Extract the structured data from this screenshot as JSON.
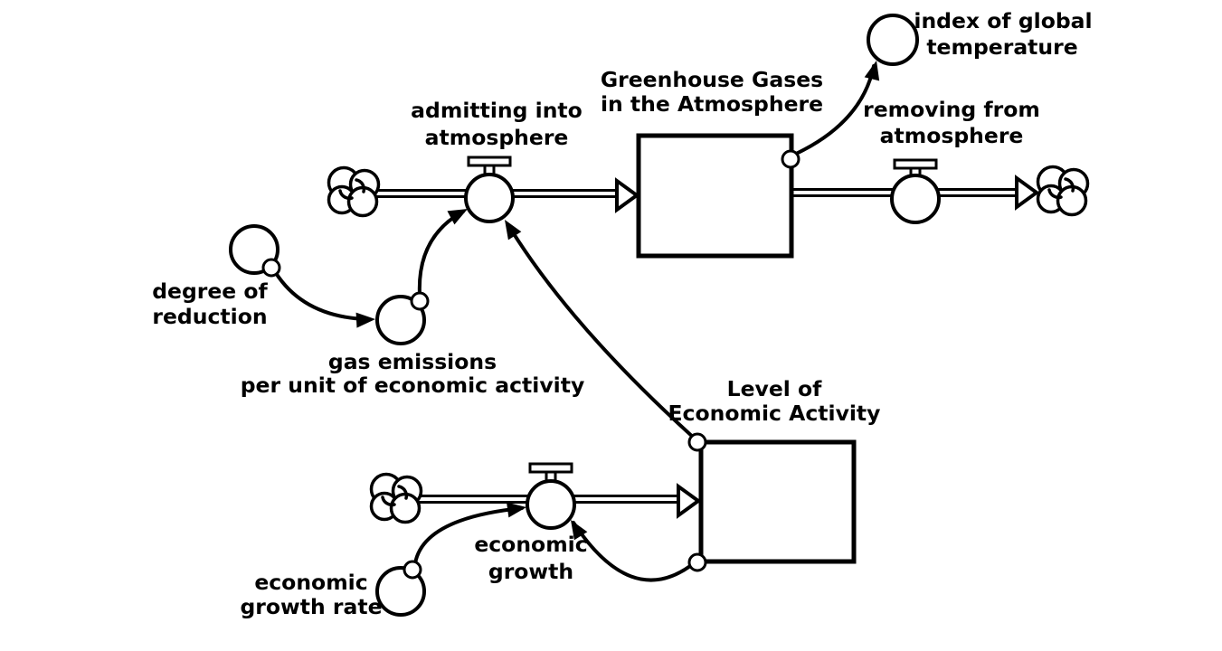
{
  "colors": {
    "stroke": "#000000",
    "background": "#ffffff",
    "shape_fill": "#ffffff"
  },
  "stocks": [
    {
      "name": "greenhouse-gases-in-the-atmosphere",
      "label": [
        "Greenhouse Gases",
        "in the Atmosphere"
      ]
    },
    {
      "name": "level-of-economic-activity",
      "label": [
        "Level of",
        "Economic Activity"
      ]
    }
  ],
  "flows": [
    {
      "name": "admitting-into-atmosphere",
      "label": [
        "admitting into",
        "atmosphere"
      ]
    },
    {
      "name": "removing-from-atmosphere",
      "label": [
        "removing from",
        "atmosphere"
      ]
    },
    {
      "name": "economic-growth",
      "label": [
        "economic",
        "growth"
      ]
    }
  ],
  "converters": [
    {
      "name": "index-of-global-temperature",
      "label": [
        "index of global",
        "temperature"
      ]
    },
    {
      "name": "degree-of-reduction",
      "label": [
        "degree of",
        "reduction"
      ]
    },
    {
      "name": "gas-emissions-per-unit-of-economic-activity",
      "label": [
        "gas emissions",
        "per unit of economic activity"
      ]
    },
    {
      "name": "economic-growth-rate",
      "label": [
        "economic",
        "growth rate"
      ]
    }
  ]
}
